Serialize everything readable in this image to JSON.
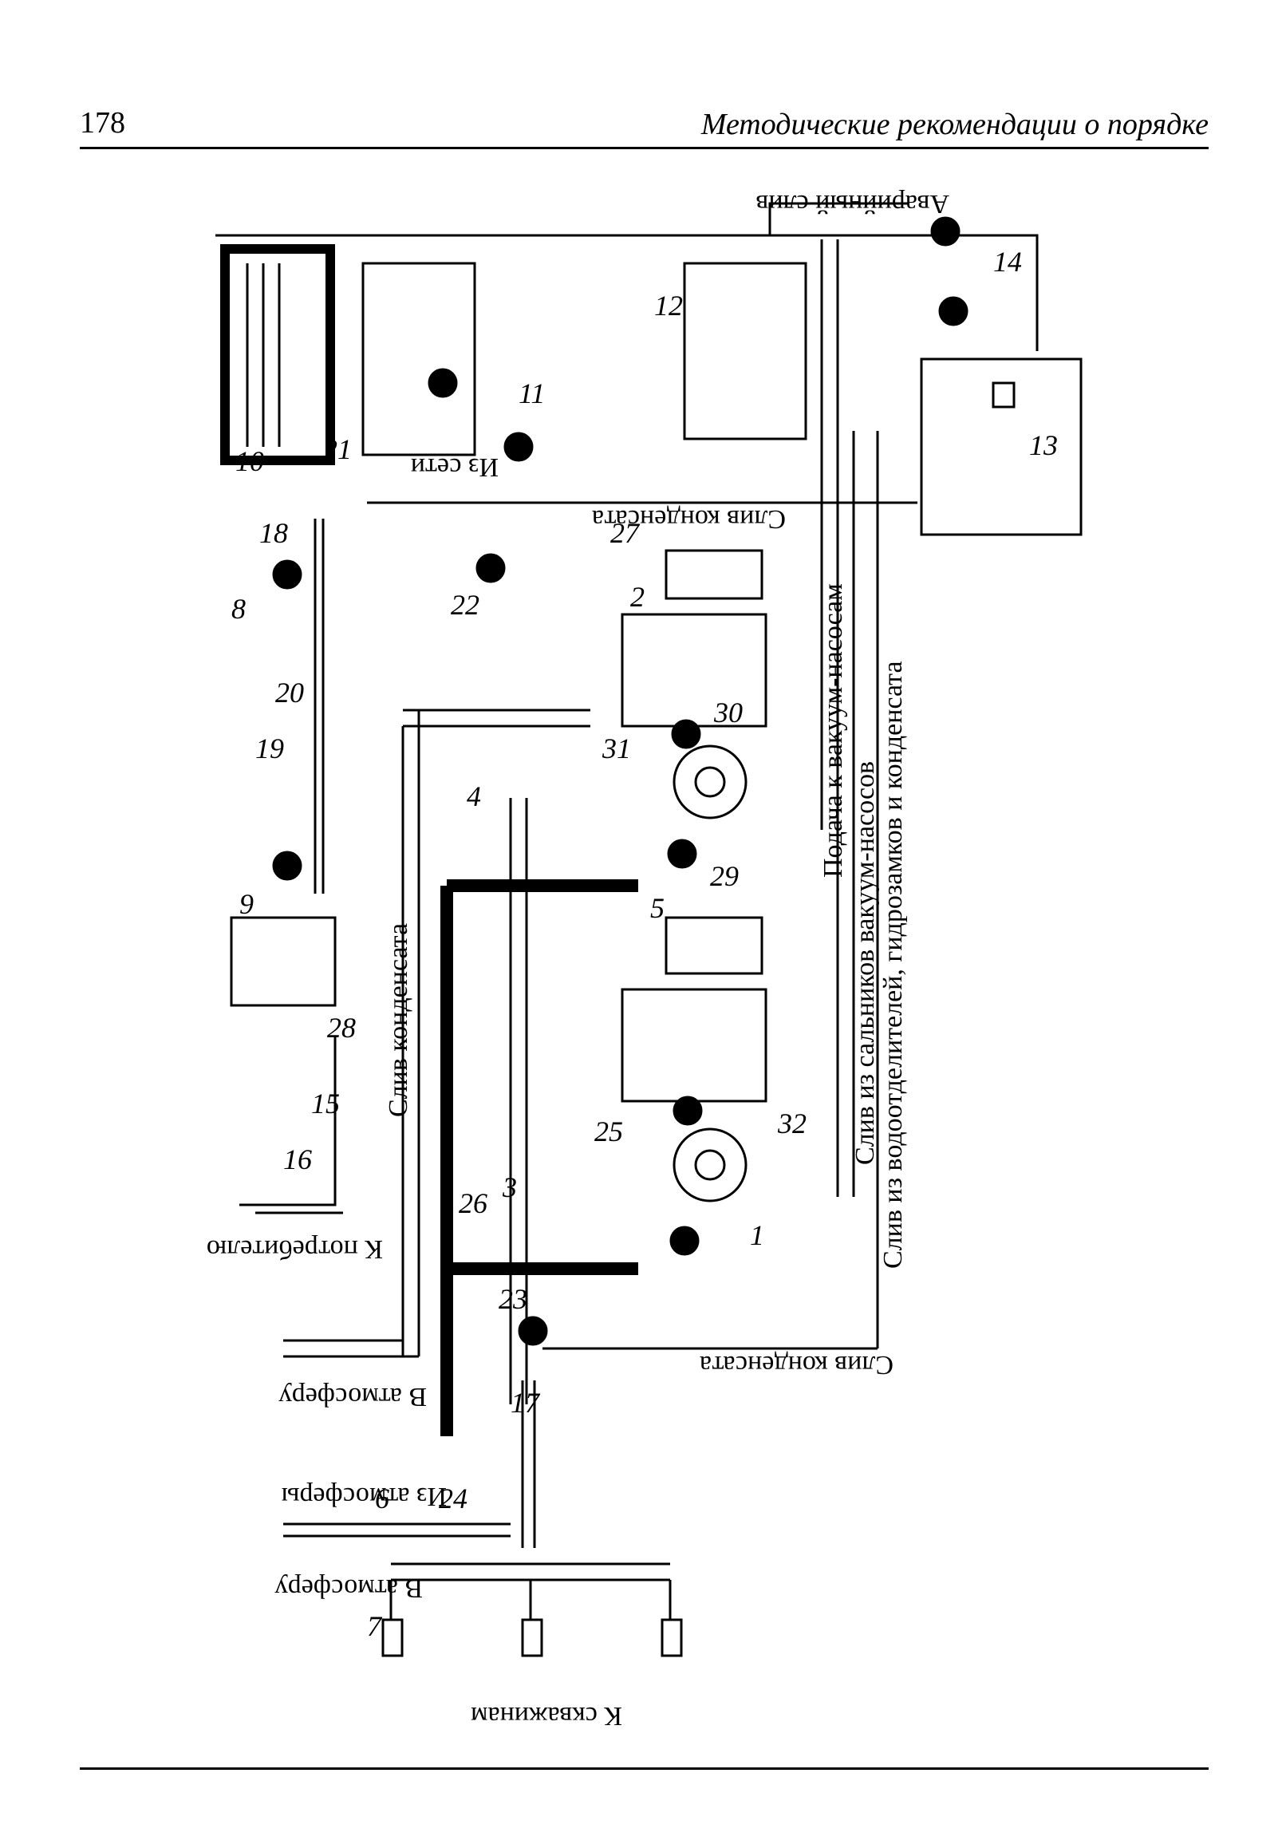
{
  "header": {
    "page_number": "178",
    "running_title": "Методические рекомендации о порядке"
  },
  "diagram": {
    "labels": {
      "emergency_drain": "Аварийный слив",
      "from_network": "Из сети",
      "condensate_drain_top": "Слив конденсата",
      "condensate_drain_mid": "Слив конденсата",
      "condensate_drain_bottom": "Слив конденсата",
      "supply_to_vacuum_pumps": "Подача к вакуум-насосам",
      "drain_from_glands": "Слив из сальников вакуум-насосов",
      "drain_from_separators": "Слив из водоотделителей, гидрозамков и конденсата",
      "to_consumer": "К потребителю",
      "to_atmosphere_1": "В атмосферу",
      "from_atmosphere": "Из атмосферы",
      "to_atmosphere_2": "В атмосферу",
      "to_wells": "К скважинам"
    },
    "numbers": [
      "1",
      "2",
      "3",
      "4",
      "5",
      "6",
      "7",
      "8",
      "9",
      "10",
      "11",
      "12",
      "13",
      "14",
      "15",
      "16",
      "17",
      "18",
      "19",
      "20",
      "21",
      "22",
      "23",
      "24",
      "25",
      "26",
      "27",
      "28",
      "29",
      "30",
      "31",
      "32"
    ]
  }
}
